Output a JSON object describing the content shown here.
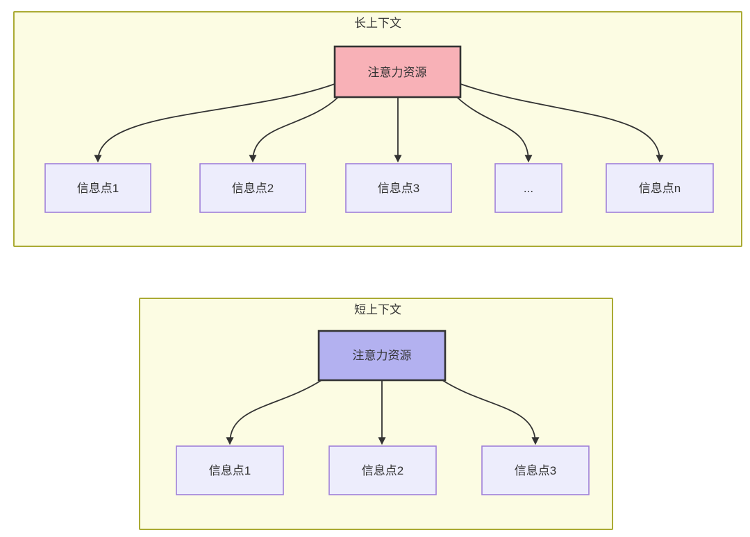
{
  "diagram": {
    "panels": [
      {
        "id": "long-context",
        "title": "长上下文",
        "attention_node": {
          "label": "注意力资源",
          "fill": "#f8b1b7"
        },
        "info_nodes": [
          {
            "label": "信息点1"
          },
          {
            "label": "信息点2"
          },
          {
            "label": "信息点3"
          },
          {
            "label": "..."
          },
          {
            "label": "信息点n"
          }
        ]
      },
      {
        "id": "short-context",
        "title": "短上下文",
        "attention_node": {
          "label": "注意力资源",
          "fill": "#b3b1f0"
        },
        "info_nodes": [
          {
            "label": "信息点1"
          },
          {
            "label": "信息点2"
          },
          {
            "label": "信息点3"
          }
        ]
      }
    ],
    "colors": {
      "page_background": "#ffffff",
      "panel_fill": "#fcfce3",
      "panel_border": "#aaaa33",
      "attention_long_fill": "#f8b1b7",
      "attention_short_fill": "#b3b1f0",
      "attention_border": "#333333",
      "info_node_fill": "#ededfc",
      "info_node_border": "#9f7fd9",
      "arrow": "#333333",
      "text": "#333333"
    }
  }
}
